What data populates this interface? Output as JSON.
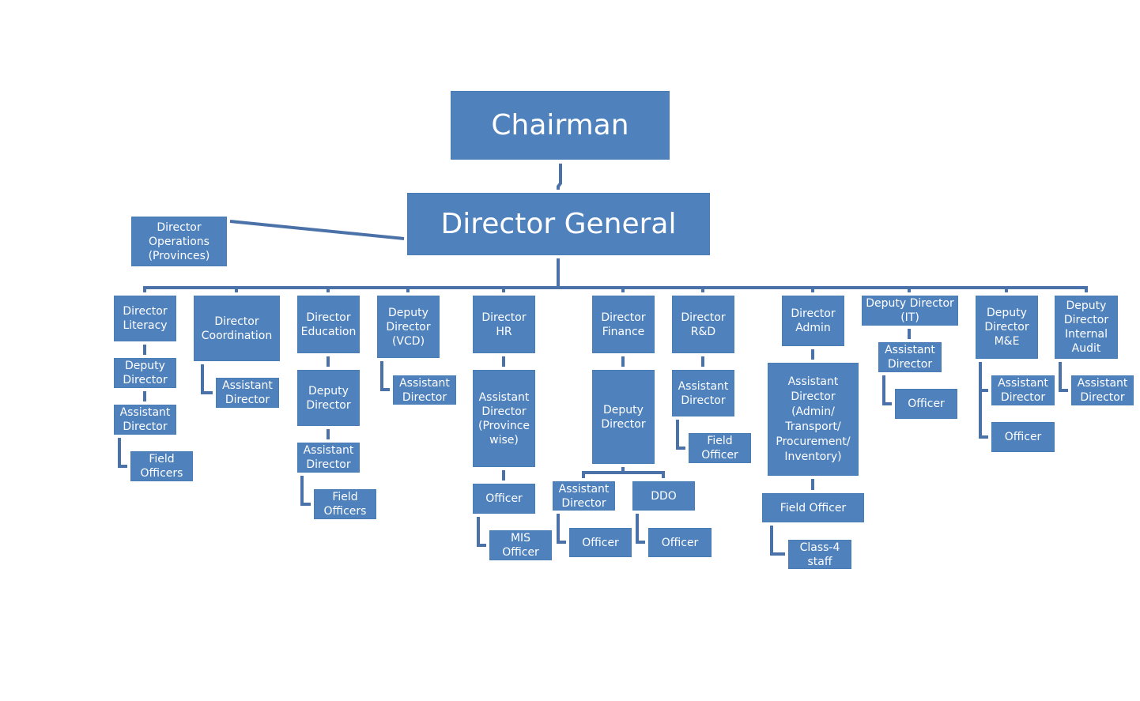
{
  "colors": {
    "box": "#4f81bd",
    "line": "#4a72a8",
    "text": "#ffffff"
  },
  "nodes": {
    "chairman": "Chairman",
    "dg": "Director General",
    "ops": "Director\nOperations\n(Provinces)",
    "lit": "Director\nLiteracy",
    "lit_dd": "Deputy\nDirector",
    "lit_ad": "Assistant\nDirector",
    "lit_fo": "Field\nOfficers",
    "coord": "Director\nCoordination",
    "coord_ad": "Assistant\nDirector",
    "edu": "Director\nEducation",
    "edu_dd": "Deputy\nDirector",
    "edu_ad": "Assistant\nDirector",
    "edu_fo": "Field\nOfficers",
    "vcd": "Deputy\nDirector\n(VCD)",
    "vcd_ad": "Assistant\nDirector",
    "hr": "Director HR",
    "hr_ad": "Assistant\nDirector\n(Province\nwise)",
    "hr_off": "Officer",
    "hr_mis": "MIS Officer",
    "fin": "Director\nFinance",
    "fin_dd": "Deputy\nDirector",
    "fin_ad": "Assistant\nDirector",
    "fin_ddo": "DDO",
    "fin_ad_off": "Officer",
    "fin_ddo_off": "Officer",
    "rd": "Director\nR&D",
    "rd_ad": "Assistant\nDirector",
    "rd_fo": "Field\nOfficer",
    "adm": "Director\nAdmin",
    "adm_ad": "Assistant\nDirector\n(Admin/\nTransport/\nProcurement/\nInventory)",
    "adm_fo": "Field Officer",
    "adm_c4": "Class-4 staff",
    "it": "Deputy Director\n(IT)",
    "it_ad": "Assistant\nDirector",
    "it_off": "Officer",
    "me": "Deputy\nDirector\nM&E",
    "me_ad": "Assistant\nDirector",
    "me_off": "Officer",
    "audit": "Deputy\nDirector\nInternal\nAudit",
    "audit_ad": "Assistant\nDirector"
  }
}
